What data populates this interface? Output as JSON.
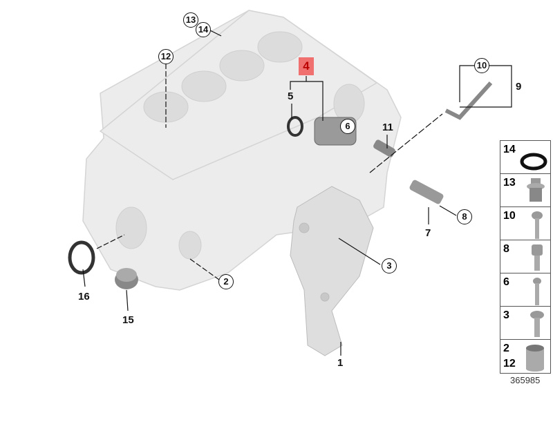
{
  "diagram": {
    "callouts": {
      "c13": "13",
      "c14": "14",
      "c12": "12",
      "c4": "4",
      "c5": "5",
      "c6": "6",
      "c10": "10",
      "c9": "9",
      "c11": "11",
      "c8": "8",
      "c7": "7",
      "c3": "3",
      "c2": "2",
      "c1": "1",
      "c16": "16",
      "c15": "15"
    },
    "highlight_color": "#f07070",
    "legend": [
      {
        "numbers": [
          "14"
        ],
        "part": "seal-ring-icon"
      },
      {
        "numbers": [
          "13"
        ],
        "part": "screw-plug-icon"
      },
      {
        "numbers": [
          "10"
        ],
        "part": "bolt-icon"
      },
      {
        "numbers": [
          "8"
        ],
        "part": "socket-bolt-icon"
      },
      {
        "numbers": [
          "6"
        ],
        "part": "bolt-icon"
      },
      {
        "numbers": [
          "3"
        ],
        "part": "flange-bolt-icon"
      },
      {
        "numbers": [
          "2",
          "12"
        ],
        "part": "sleeve-icon"
      }
    ],
    "reference_number": "365985"
  }
}
